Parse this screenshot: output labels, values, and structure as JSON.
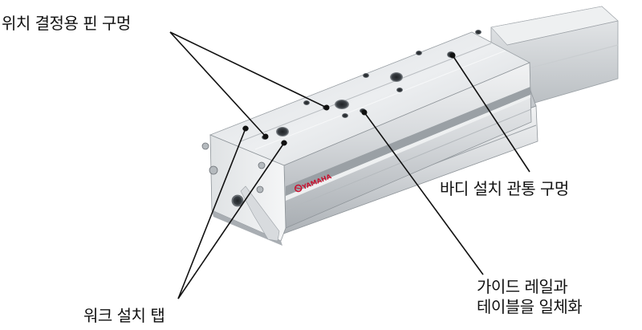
{
  "labels": {
    "positioning_pin_hole": "위치 결정용 핀 구멍",
    "body_mount_through_hole": "바디 설치 관통 구멍",
    "guide_rail_table_line1": "가이드 레일과",
    "guide_rail_table_line2": "테이블을 일체화",
    "work_mount_tap": "워크 설치 탭"
  },
  "brand_mark": "YAMAHA",
  "colors": {
    "brand_red": "#c8102e",
    "leader_line": "#111111",
    "aluminum_light": "#e6e8ea",
    "aluminum_mid": "#c4c8cc",
    "aluminum_dark": "#8e9398"
  }
}
